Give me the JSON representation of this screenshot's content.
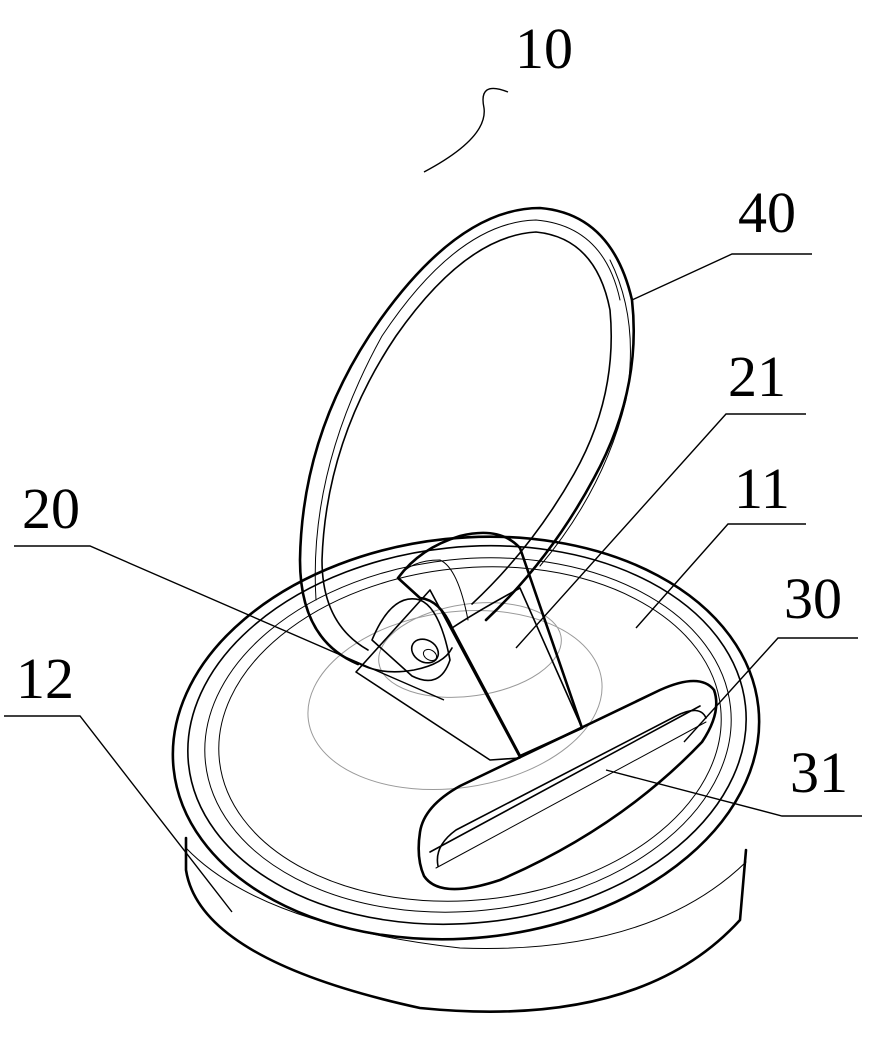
{
  "labels": {
    "assembly": "10",
    "ring": "40",
    "hinge_arm": "21",
    "cap_top": "11",
    "mount": "20",
    "pull_tab": "30",
    "tab_groove": "31",
    "cap_side": "12"
  }
}
